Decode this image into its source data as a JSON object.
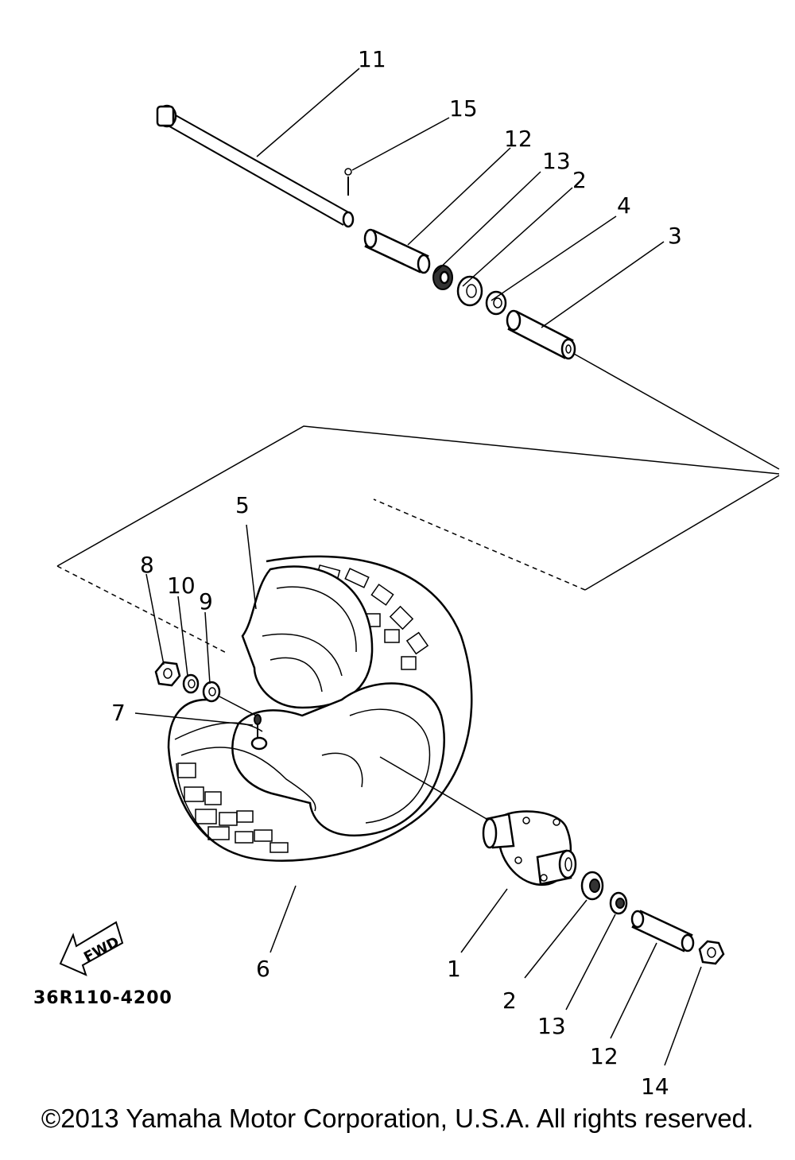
{
  "diagram": {
    "part_code": "36R110-4200",
    "fwd_label": "FWD",
    "callouts": {
      "c11": "11",
      "c15": "15",
      "c12_top": "12",
      "c13_top": "13",
      "c2_top": "2",
      "c4": "4",
      "c3": "3",
      "c5": "5",
      "c8": "8",
      "c10": "10",
      "c9": "9",
      "c7": "7",
      "c6": "6",
      "c1": "1",
      "c2_bottom": "2",
      "c13_bottom": "13",
      "c12_bottom": "12",
      "c14": "14"
    }
  },
  "copyright": "©2013 Yamaha Motor Corporation, U.S.A. All rights reserved."
}
